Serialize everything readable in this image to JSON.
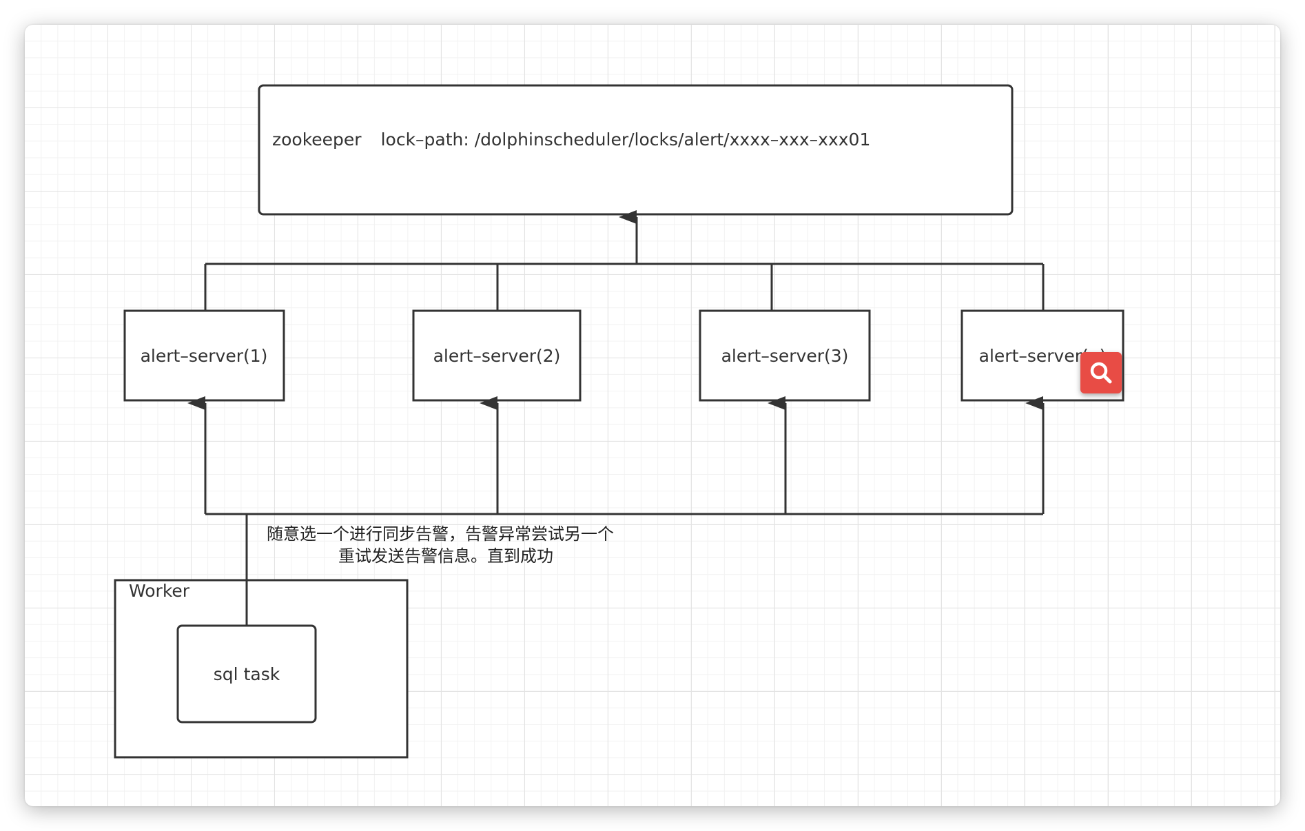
{
  "zookeeper": {
    "name": "zookeeper",
    "lock_path": "lock–path: /dolphinscheduler/locks/alert/xxxx–xxx–xxx01"
  },
  "alert_servers": [
    {
      "label": "alert–server(1)"
    },
    {
      "label": "alert–server(2)"
    },
    {
      "label": "alert–server(3)"
    },
    {
      "label": "alert–server(n)"
    }
  ],
  "note": {
    "line1": "随意选一个进行同步告警，告警异常尝试另一个",
    "line2": "重试发送告警信息。直到成功"
  },
  "worker": {
    "label": "Worker",
    "task_label": "sql task"
  },
  "zoom_overlay": {
    "icon": "magnifier-icon",
    "color": "#e84c45"
  },
  "colors": {
    "stroke": "#333333",
    "grid_major": "#e3e3e3",
    "grid_minor": "#f2f2f2"
  }
}
